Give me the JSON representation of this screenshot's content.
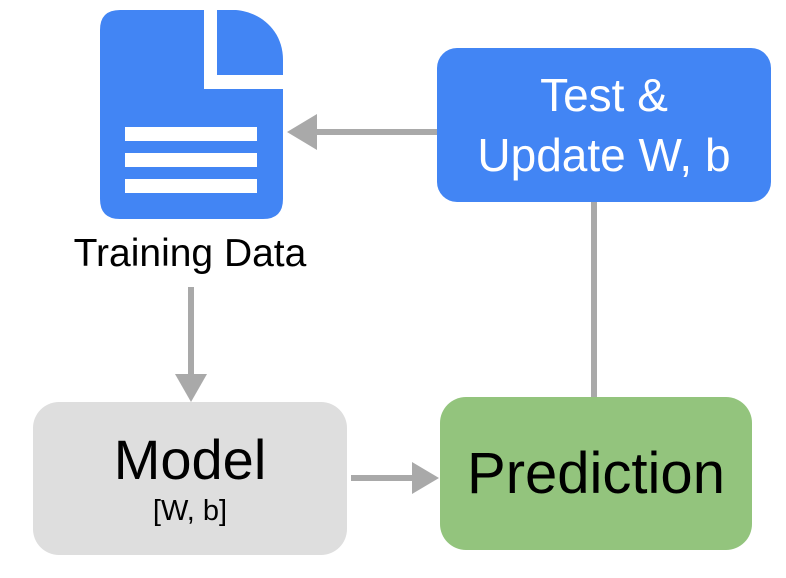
{
  "diagram": {
    "type": "flowchart",
    "background_color": "#ffffff",
    "connector_color": "#a9a9a9",
    "nodes": {
      "training_data": {
        "label": "Training Data",
        "icon": "document-icon",
        "icon_color": "#4285f4",
        "icon_line_color": "#ffffff",
        "text_color": "#000000"
      },
      "test_update": {
        "label": "Test &\nUpdate W, b",
        "fill_color": "#4285f4",
        "text_color": "#ffffff"
      },
      "model": {
        "label": "Model",
        "sublabel": "[W, b]",
        "fill_color": "#dedede",
        "text_color": "#000000"
      },
      "prediction": {
        "label": "Prediction",
        "fill_color": "#93c47d",
        "text_color": "#000000"
      }
    },
    "edges": [
      {
        "from": "test_update",
        "to": "training_data",
        "arrowhead": true,
        "direction": "left"
      },
      {
        "from": "training_data",
        "to": "model",
        "arrowhead": true,
        "direction": "down"
      },
      {
        "from": "model",
        "to": "prediction",
        "arrowhead": true,
        "direction": "right"
      },
      {
        "from": "prediction",
        "to": "test_update",
        "arrowhead": false,
        "direction": "up"
      }
    ]
  }
}
